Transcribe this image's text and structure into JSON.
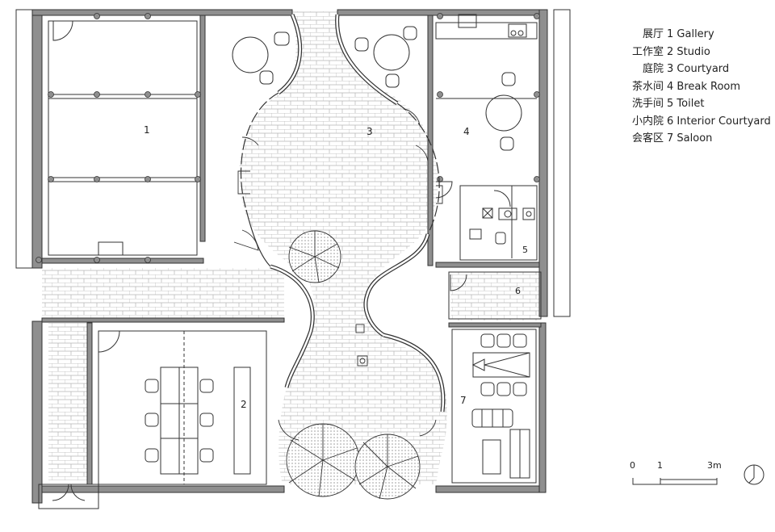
{
  "legend": {
    "items": [
      {
        "zh": "展厅",
        "num": "1",
        "en": "Gallery"
      },
      {
        "zh": "工作室",
        "num": "2",
        "en": "Studio"
      },
      {
        "zh": "庭院",
        "num": "3",
        "en": "Courtyard"
      },
      {
        "zh": "茶水间",
        "num": "4",
        "en": "Break Room"
      },
      {
        "zh": "洗手间",
        "num": "5",
        "en": "Toilet"
      },
      {
        "zh": "小内院",
        "num": "6",
        "en": "Interior Courtyard"
      },
      {
        "zh": "会客区",
        "num": "7",
        "en": "Saloon"
      }
    ]
  },
  "rooms": {
    "r1": "1",
    "r2": "2",
    "r3": "3",
    "r4": "4",
    "r5": "5",
    "r6": "6",
    "r7": "7"
  },
  "scale": {
    "label_0": "0",
    "label_1": "1",
    "label_3": "3m"
  },
  "colors": {
    "wall": "#8f8f8f",
    "line": "#333333",
    "paving": "#b5b5b5",
    "planter": "#d8d8d8"
  }
}
